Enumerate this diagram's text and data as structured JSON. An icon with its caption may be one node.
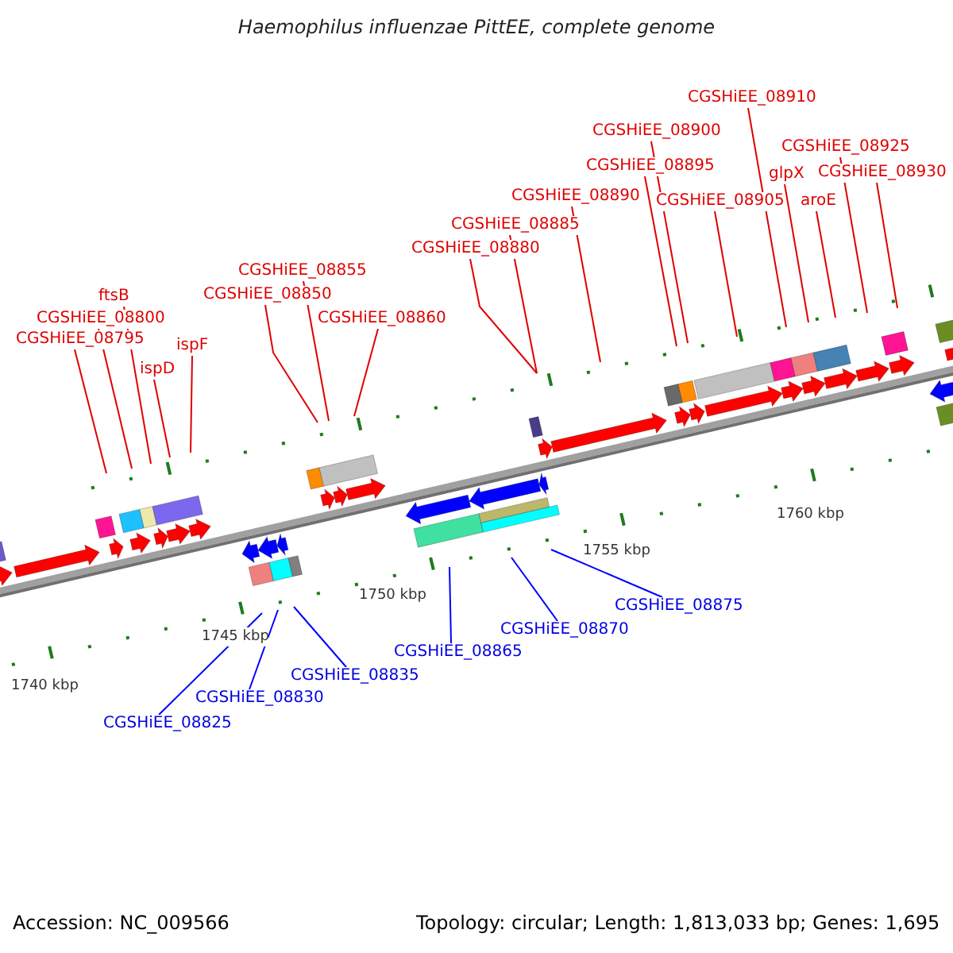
{
  "diagram": {
    "title": "Haemophilus influenzae PittEE, complete genome",
    "nodes": [
      {
        "text": [
          "CGSHiEE_08795"
        ]
      },
      {
        "text": [
          "CGSHiEE_08800"
        ]
      },
      {
        "text": [
          "ftsB"
        ]
      },
      {
        "text": [
          "ispD"
        ]
      },
      {
        "text": [
          "ispF"
        ]
      },
      {
        "text": [
          "CGSHiEE_08850"
        ]
      },
      {
        "text": [
          "CGSHiEE_08855"
        ]
      },
      {
        "text": [
          "CGSHiEE_08860"
        ]
      },
      {
        "text": [
          "CGSHiEE_08880"
        ]
      },
      {
        "text": [
          "CGSHiEE_08885"
        ]
      },
      {
        "text": [
          "CGSHiEE_08890"
        ]
      },
      {
        "text": [
          "CGSHiEE_08895"
        ]
      },
      {
        "text": [
          "CGSHiEE_08900"
        ]
      },
      {
        "text": [
          "CGSHiEE_08905"
        ]
      },
      {
        "text": [
          "CGSHiEE_08910"
        ]
      },
      {
        "text": [
          "glpX"
        ]
      },
      {
        "text": [
          "aroE"
        ]
      },
      {
        "text": [
          "CGSHiEE_08925"
        ]
      },
      {
        "text": [
          "CGSHiEE_08930"
        ]
      },
      {
        "text": [
          "CGSHiEE_08825"
        ]
      },
      {
        "text": [
          "CGSHiEE_08830"
        ]
      },
      {
        "text": [
          "CGSHiEE_08835"
        ]
      },
      {
        "text": [
          "CGSHiEE_08865"
        ]
      },
      {
        "text": [
          "CGSHiEE_08870"
        ]
      },
      {
        "text": [
          "CGSHiEE_08875"
        ]
      }
    ],
    "edges": [
      {
        "from": 0,
        "to": null,
        "arrow": "none"
      },
      {
        "from": 1,
        "to": null,
        "arrow": "none"
      },
      {
        "from": 2,
        "to": null,
        "arrow": "none"
      },
      {
        "from": 3,
        "to": null,
        "arrow": "none"
      },
      {
        "from": 4,
        "to": null,
        "arrow": "none"
      },
      {
        "from": 5,
        "to": null,
        "arrow": "none"
      },
      {
        "from": 6,
        "to": null,
        "arrow": "none"
      },
      {
        "from": 7,
        "to": null,
        "arrow": "none"
      },
      {
        "from": 8,
        "to": null,
        "arrow": "none"
      },
      {
        "from": 9,
        "to": null,
        "arrow": "none"
      },
      {
        "from": 10,
        "to": null,
        "arrow": "none"
      },
      {
        "from": 11,
        "to": null,
        "arrow": "none"
      },
      {
        "from": 12,
        "to": null,
        "arrow": "none"
      },
      {
        "from": 13,
        "to": null,
        "arrow": "none"
      },
      {
        "from": 14,
        "to": null,
        "arrow": "none"
      },
      {
        "from": 15,
        "to": null,
        "arrow": "none"
      },
      {
        "from": 16,
        "to": null,
        "arrow": "none"
      },
      {
        "from": 17,
        "to": null,
        "arrow": "none"
      },
      {
        "from": 18,
        "to": null,
        "arrow": "none"
      },
      {
        "from": 19,
        "to": null,
        "arrow": "none",
        "color": "#0000ff"
      },
      {
        "from": 20,
        "to": null,
        "arrow": "none",
        "color": "#0000ff"
      },
      {
        "from": 21,
        "to": null,
        "arrow": "none",
        "color": "#0000ff"
      },
      {
        "from": 22,
        "to": null,
        "arrow": "none",
        "color": "#0000ff"
      },
      {
        "from": 23,
        "to": null,
        "arrow": "none",
        "color": "#0000ff"
      },
      {
        "from": 24,
        "to": null,
        "arrow": "none",
        "color": "#0000ff"
      }
    ],
    "labels": [
      "1760 kbp",
      "1755 kbp",
      "1750 kbp",
      "1745 kbp",
      "1740 kbp",
      "Accession: NC_009566",
      "Topology: circular; Length: 1,813,033 bp; Genes: 1,695"
    ]
  }
}
